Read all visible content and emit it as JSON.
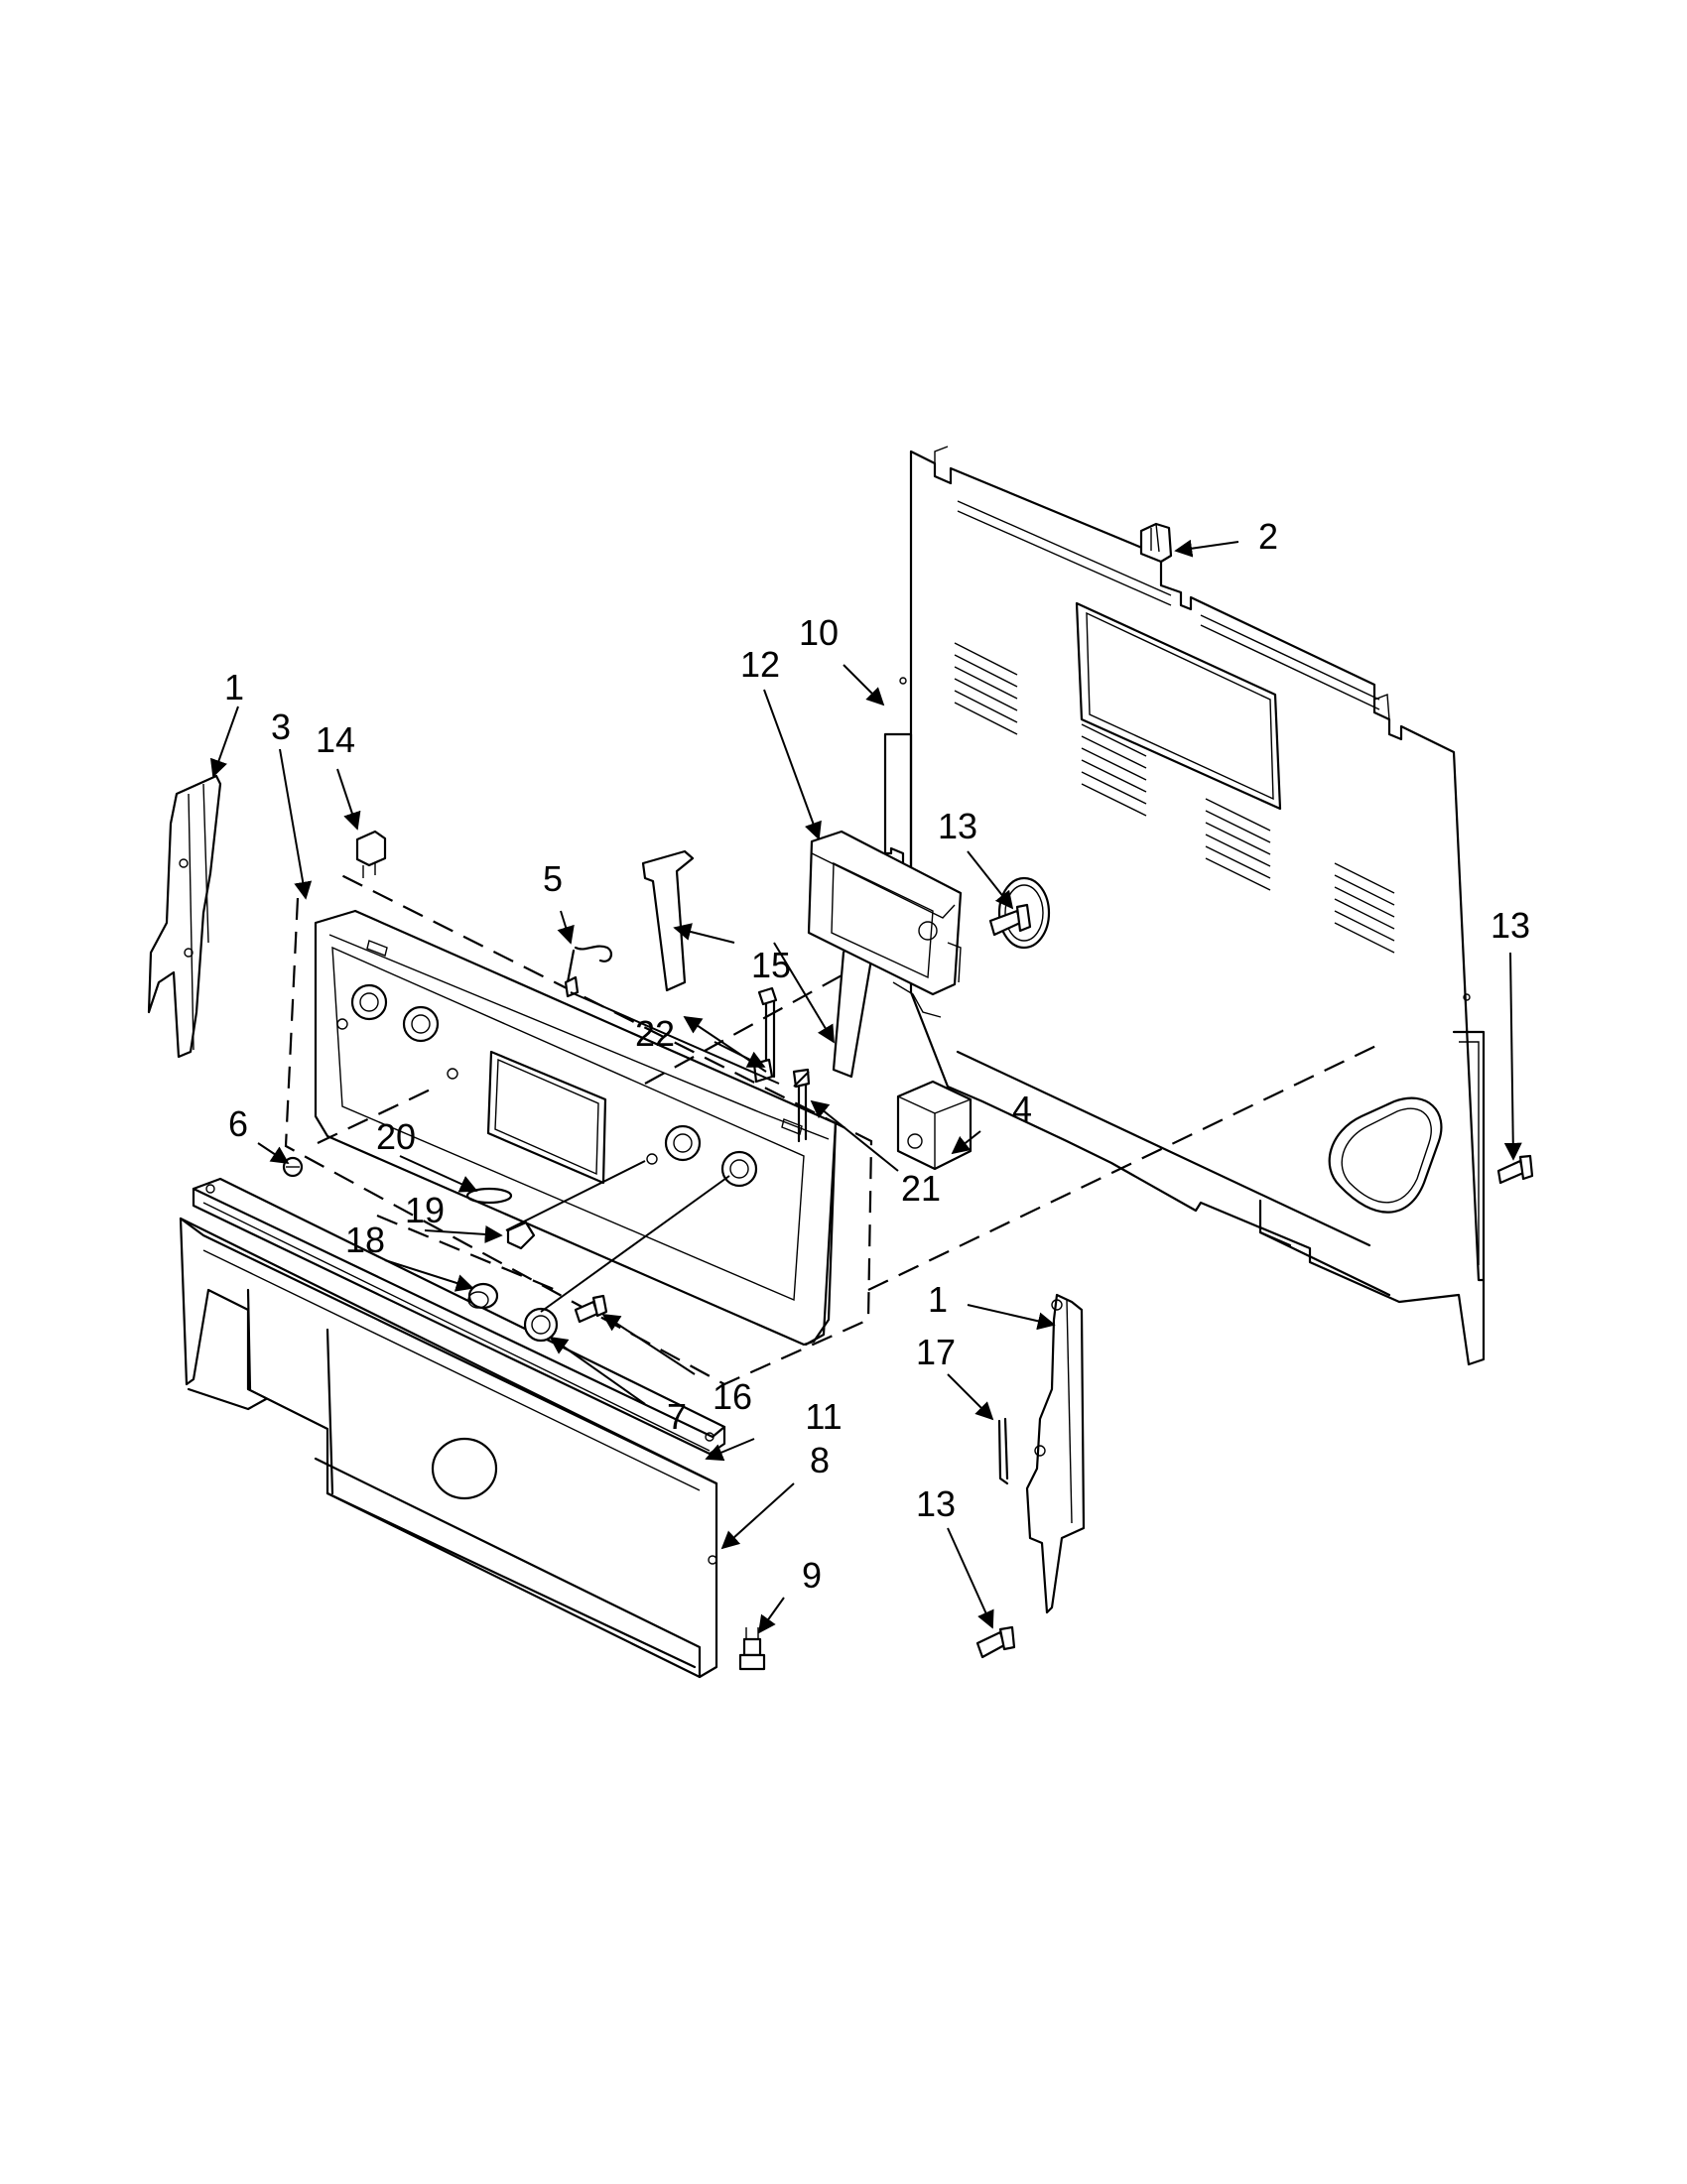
{
  "callouts": [
    {
      "id": "c1a",
      "text": "1"
    },
    {
      "id": "c1b",
      "text": "1"
    },
    {
      "id": "c2",
      "text": "2"
    },
    {
      "id": "c3",
      "text": "3"
    },
    {
      "id": "c4",
      "text": "4"
    },
    {
      "id": "c5",
      "text": "5"
    },
    {
      "id": "c6",
      "text": "6"
    },
    {
      "id": "c7",
      "text": "7"
    },
    {
      "id": "c8",
      "text": "8"
    },
    {
      "id": "c9",
      "text": "9"
    },
    {
      "id": "c10",
      "text": "10"
    },
    {
      "id": "c11",
      "text": "11"
    },
    {
      "id": "c12",
      "text": "12"
    },
    {
      "id": "c13a",
      "text": "13"
    },
    {
      "id": "c13b",
      "text": "13"
    },
    {
      "id": "c13c",
      "text": "13"
    },
    {
      "id": "c14",
      "text": "14"
    },
    {
      "id": "c15",
      "text": "15"
    },
    {
      "id": "c16",
      "text": "16"
    },
    {
      "id": "c17",
      "text": "17"
    },
    {
      "id": "c18",
      "text": "18"
    },
    {
      "id": "c19",
      "text": "19"
    },
    {
      "id": "c20",
      "text": "20"
    },
    {
      "id": "c21",
      "text": "21"
    },
    {
      "id": "c22",
      "text": "22"
    }
  ]
}
